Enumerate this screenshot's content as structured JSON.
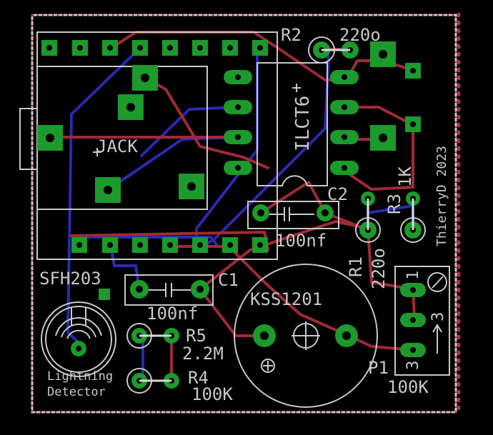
{
  "colors": {
    "background": "#000000",
    "silkscreen": "#c8c8c8",
    "pad": "#1c9a2c",
    "drill": "#000000",
    "top_trace": "#a02a38",
    "bottom_trace": "#2a2ab0",
    "outline_dots": "#a83055"
  },
  "labels": {
    "r2": "R2",
    "r2_value": "220o",
    "ic": "ILCT6",
    "jack": "JACK",
    "c2": "C2",
    "c2_value": "100nf",
    "r3": "R3",
    "r3_value": "1K",
    "author": "ThierryD 2023",
    "r1": "R1",
    "r1_value": "220o",
    "sensor": "SFH203",
    "c1": "C1",
    "c1_value": "100nf",
    "buzzer": "KSS1201",
    "r5": "R5",
    "r5_value": "2.2M",
    "r4": "R4",
    "r4_value": "100K",
    "p1": "P1",
    "p1_value": "100K",
    "p1_pin1": "1",
    "p1_pin3a": "3",
    "p1_pin3b": "3",
    "caption_line1": "Lightning",
    "caption_line2": "Detector"
  }
}
